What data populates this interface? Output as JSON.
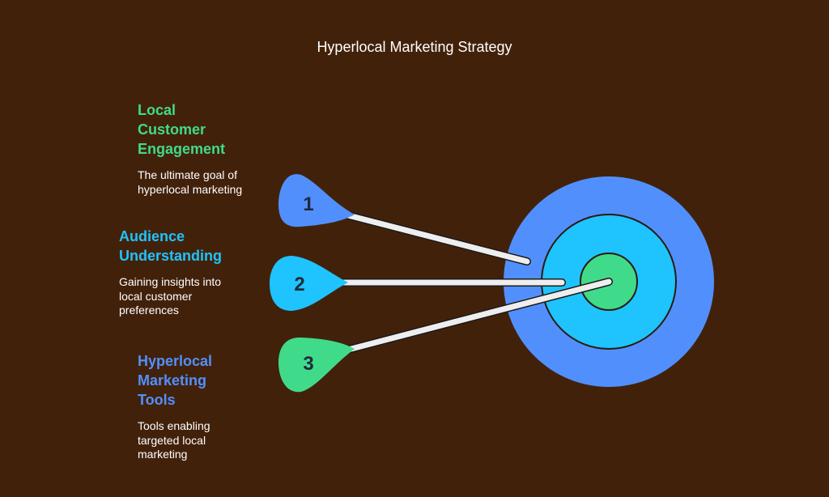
{
  "title": "Hyperlocal Marketing Strategy",
  "colors": {
    "background": "#42210b",
    "blue": "#5190fc",
    "cyan": "#1fc3fd",
    "green": "#40db8a",
    "arrow_shaft": "#eeeeee",
    "ring_outline": "#2a1a0e"
  },
  "items": [
    {
      "number": "1",
      "heading": "Local\nCustomer\nEngagement",
      "heading_color": "#40db8a",
      "description": "The ultimate goal of\nhyperlocal marketing",
      "marker_color": "#5190fc"
    },
    {
      "number": "2",
      "heading": "Audience\nUnderstanding",
      "heading_color": "#1fc3fd",
      "description": "Gaining insights into\nlocal customer\npreferences",
      "marker_color": "#1fc3fd"
    },
    {
      "number": "3",
      "heading": "Hyperlocal\nMarketing\nTools",
      "heading_color": "#5190fc",
      "description": "Tools enabling\ntargeted local\nmarketing",
      "marker_color": "#40db8a"
    }
  ]
}
